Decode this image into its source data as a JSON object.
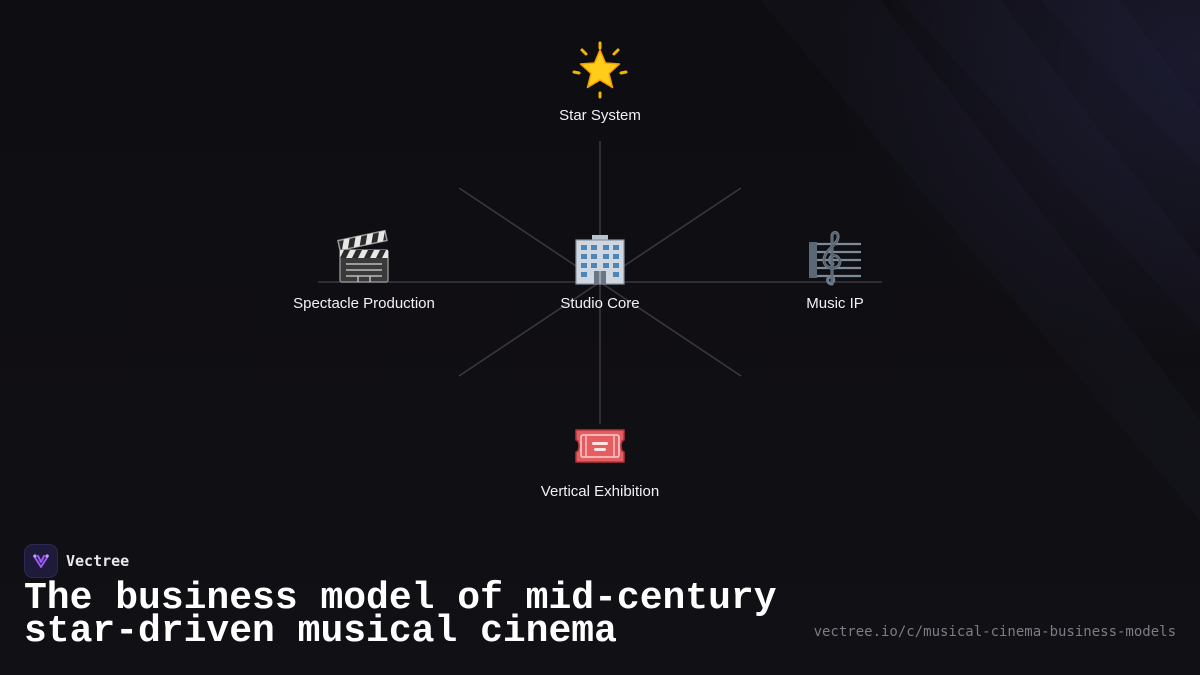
{
  "diagram": {
    "nodes": {
      "top": {
        "label": "Star System",
        "icon": "star-icon"
      },
      "left": {
        "label": "Spectacle Production",
        "icon": "clapperboard-icon"
      },
      "center": {
        "label": "Studio Core",
        "icon": "office-building-icon"
      },
      "right": {
        "label": "Music IP",
        "icon": "musical-score-icon"
      },
      "bottom": {
        "label": "Vertical Exhibition",
        "icon": "admission-ticket-icon"
      }
    },
    "colors": {
      "background": "#0f0e12",
      "connector": "#3a393f",
      "label": "#f2f2f2"
    }
  },
  "footer": {
    "brand_name": "Vectree",
    "title_line1": "The business model of mid-century",
    "title_line2": "star-driven musical cinema",
    "url": "vectree.io/c/musical-cinema-business-models",
    "colors": {
      "logo_bg": "#1d1a3a",
      "logo_accent": "#9b5cf6",
      "url_text": "#7d7c86"
    }
  }
}
